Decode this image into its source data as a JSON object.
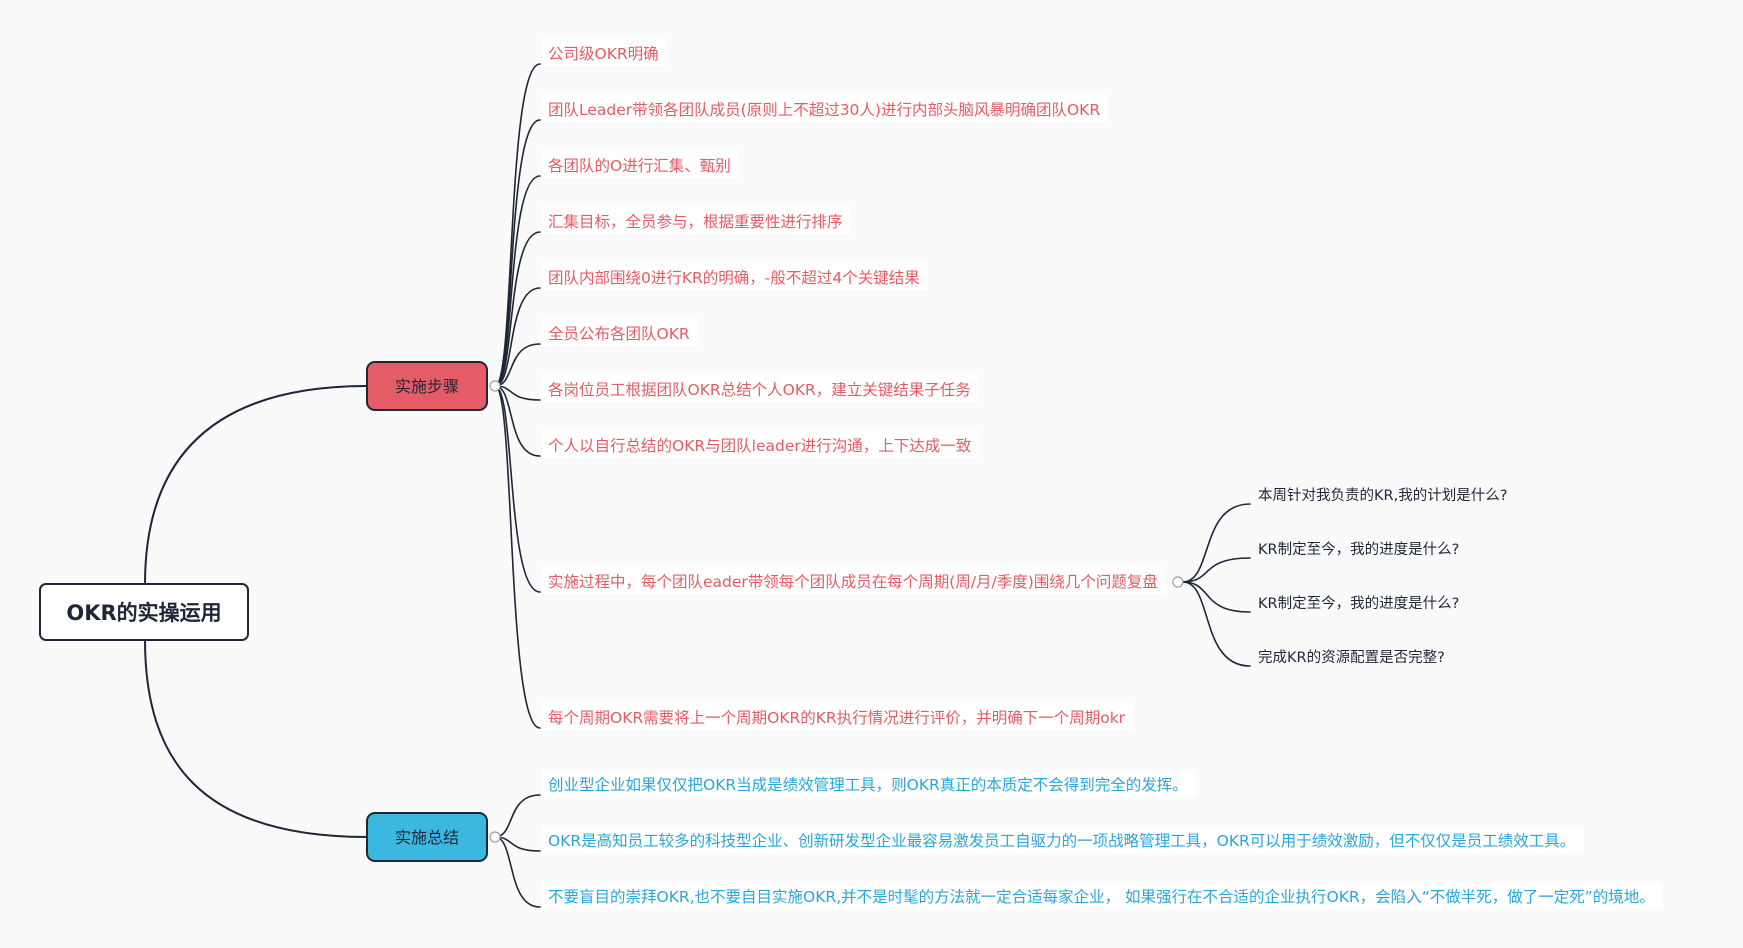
{
  "root": {
    "title": "OKR的实操运用"
  },
  "branches": [
    {
      "label": "实施步骤",
      "color": "#e45c66",
      "text_color": "#e45c66",
      "items": [
        {
          "text": "公司级OKR明确"
        },
        {
          "text": "团队Leader带领各团队成员(原则上不超过30人)进行内部头脑风暴明确团队OKR"
        },
        {
          "text": "各团队的O进行汇集、甄别"
        },
        {
          "text": "汇集目标，全员参与，根据重要性进行排序"
        },
        {
          "text": "团队内部围绕0进行KR的明确，-般不超过4个关键结果"
        },
        {
          "text": "全员公布各团队OKR"
        },
        {
          "text": "各岗位员工根据团队OKR总结个人OKR，建立关键结果子任务"
        },
        {
          "text": "个人以自行总结的OKR与团队leader进行沟通，上下达成一致"
        },
        {
          "text": "实施过程中，每个团队eader带领每个团队成员在每个周期(周/月/季度)围绕几个问题复盘",
          "children": [
            "本周针对我负责的KR,我的计划是什么?",
            "KR制定至今，我的进度是什么?",
            "KR制定至今，我的进度是什么?",
            "完成KR的资源配置是否完整?"
          ]
        },
        {
          "text": "每个周期OKR需要将上一个周期OKR的KR执行情况进行评价，并明确下一个周期okr"
        }
      ]
    },
    {
      "label": "实施总结",
      "color": "#3bb8e0",
      "text_color": "#2aa6d8",
      "items": [
        {
          "text": "创业型企业如果仅仅把OKR当成是绩效管理工具，则OKR真正的本质定不会得到完全的发挥。"
        },
        {
          "text": "OKR是高知员工较多的科技型企业、创新研发型企业最容易激发员工自驱力的一项战略管理工具，OKR可以用于绩效激励，但不仅仅是员工绩效工具。"
        },
        {
          "text": "不要盲目的崇拜OKR,也不要自目实施OKR,并不是时髦的方法就一定合适每家企业， 如果强行在不合适的企业执行OKR，会陷入“不做半死，做了一定死”的境地。"
        }
      ]
    }
  ],
  "colors": {
    "edge": "#1f2637",
    "background": "#fafafa",
    "child_text": "#1f2637"
  }
}
